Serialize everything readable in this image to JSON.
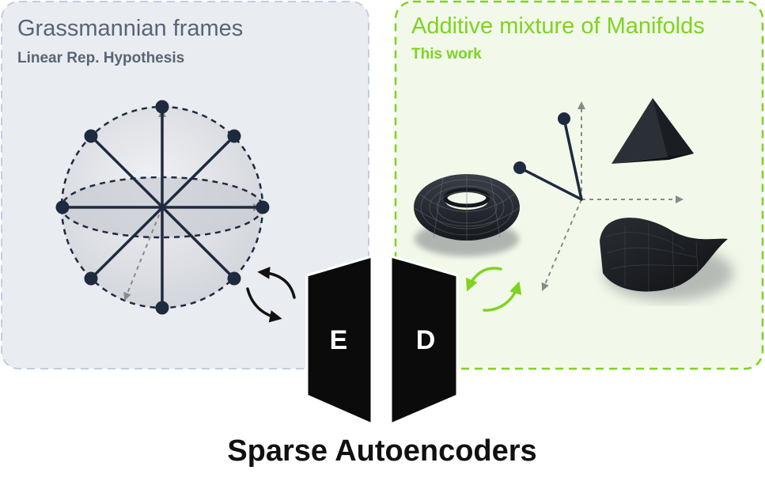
{
  "left_panel": {
    "title": "Grassmannian frames",
    "subtitle": "Linear Rep. Hypothesis",
    "title_color": "#5a6475",
    "subtitle_color": "#5a6475",
    "background": "#e9ecf1",
    "border_color": "#c3cde0"
  },
  "right_panel": {
    "title": "Additive mixture of Manifolds",
    "subtitle": "This work",
    "accent_color": "#7ed321",
    "background": "#f2f9ea"
  },
  "encoder": {
    "label": "E",
    "fill": "#0b0b0b"
  },
  "decoder": {
    "label": "D",
    "fill": "#0b0b0b"
  },
  "footer": {
    "title": "Sparse Autoencoders"
  },
  "icons": {
    "sphere": "sphere-frame-icon",
    "torus": "torus-icon",
    "tetrahedron": "tetrahedron-icon",
    "saddle": "saddle-surface-icon"
  },
  "colors": {
    "node": "#1e2a3d",
    "dashed_axis": "#8a8a8a",
    "dark_shape": "#2b2f36"
  }
}
